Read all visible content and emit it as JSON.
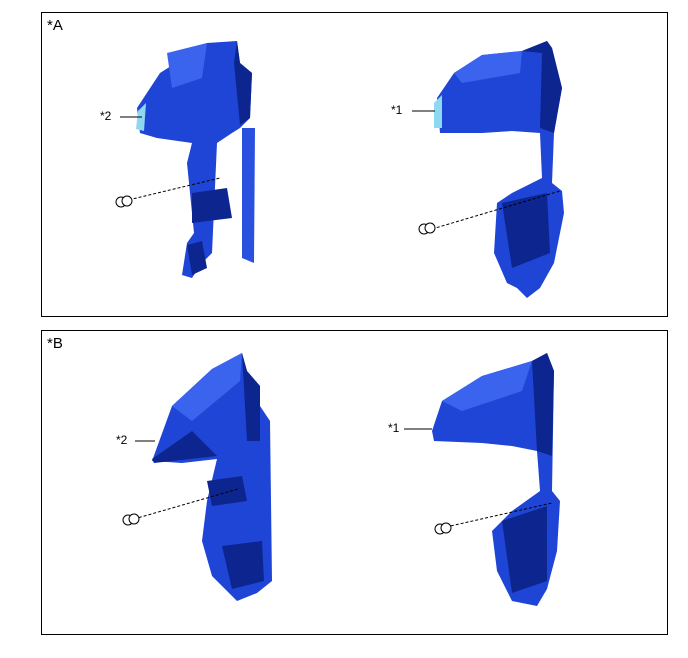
{
  "panels": [
    {
      "label": "*A",
      "callouts": [
        {
          "text": "*2"
        },
        {
          "text": "*1"
        }
      ]
    },
    {
      "label": "*B",
      "callouts": [
        {
          "text": "*2"
        },
        {
          "text": "*1"
        }
      ]
    }
  ],
  "colors": {
    "part": "#1f45d6",
    "part_dark": "#0c258f",
    "part_light": "#3a63ee",
    "seal": "#8fd8f2"
  }
}
